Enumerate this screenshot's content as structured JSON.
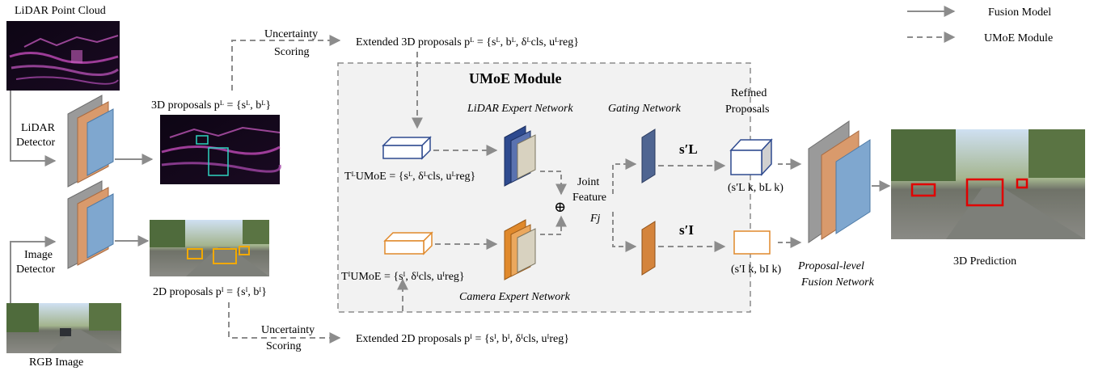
{
  "legend": {
    "fusion_model": "Fusion Model",
    "umoe_module": "UMoE Module"
  },
  "inputs": {
    "lidar_title": "LiDAR Point Cloud",
    "rgb_title": "RGB Image",
    "lidar_detector": [
      "LiDAR",
      "Detector"
    ],
    "image_detector": [
      "Image",
      "Detector"
    ]
  },
  "proposals": {
    "p3d": "3D proposals pᴸ = {sᴸ, bᴸ}",
    "p2d": "2D proposals pᴵ = {sᴵ, bᴵ}",
    "uncertainty_scoring": [
      "Uncertainty",
      "Scoring"
    ],
    "ext3d": "Extended 3D proposals pᴸ = {sᴸ, bᴸ, δᴸcls, uᴸreg}",
    "ext2d": "Extended 2D proposals pᴵ = {sᴵ, bᴵ, δᴵcls, uᴵreg}"
  },
  "umoe": {
    "title": "UMoE Module",
    "lidar_expert": "LiDAR Expert Network",
    "camera_expert": "Camera Expert Network",
    "gating": "Gating Network",
    "t_lidar": "TᴸUMoE = {sᴸ, δᴸcls, uᴸreg}",
    "t_camera": "TᴵUMoE = {sᴵ, δᴵcls, uᴵreg}",
    "joint_feature": [
      "Joint",
      "Feature"
    ],
    "fj": "Fj",
    "oplus": "⊕",
    "s_lidar": "s′L",
    "s_image": "s′I"
  },
  "refined": {
    "title": [
      "Refined",
      "Proposals"
    ],
    "r3d": "(s′L k, bL k)",
    "r2d": "(s′I k, bI k)"
  },
  "fusion": {
    "label": [
      "Proposal-level",
      "Fusion Network"
    ]
  },
  "output": {
    "label": "3D Prediction"
  },
  "colors": {
    "arrow": "#8c8c8c",
    "umoe_bg": "#f2f2f2",
    "lidar_blue": "#2e4a8f",
    "camera_orange": "#e0892b",
    "slab_gray": "#9a9a9a",
    "slab_orange": "#d99a6c",
    "slab_blue": "#7fa7cf"
  }
}
